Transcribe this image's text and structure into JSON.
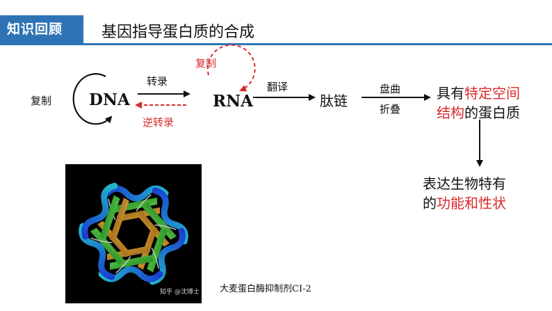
{
  "header": {
    "tag": "知识回顾",
    "title": "基因指导蛋白质的合成"
  },
  "diagram": {
    "dna": "DNA",
    "rna": "RNA",
    "replication_left": "复制",
    "replication_top": "复制",
    "transcription": "转录",
    "reverse_transcription": "逆转录",
    "translation": "翻译",
    "peptide": "肽链",
    "fold_1": "盘曲",
    "fold_2": "折叠",
    "protein_line1_a": "具有",
    "protein_line1_b": "特定空间",
    "protein_line2_a": "结构",
    "protein_line2_b": "的蛋白质",
    "express_line1": "表达生物特有",
    "express_line2_a": "的",
    "express_line2_b": "功能和性状"
  },
  "image": {
    "watermark": "知乎 @沈博士",
    "caption": "大麦蛋白酶抑制剂CI-2"
  },
  "colors": {
    "accent_blue": "#2e74b5",
    "red": "#d9292b"
  }
}
